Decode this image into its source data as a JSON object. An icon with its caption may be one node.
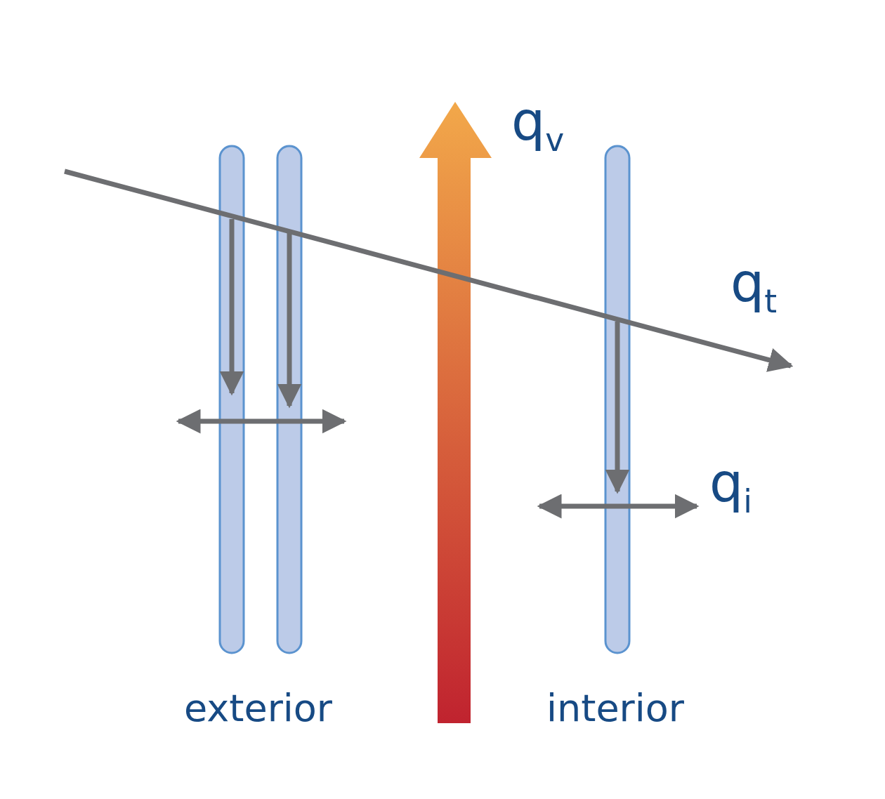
{
  "diagram": {
    "labels": [
      "q$_{v}$",
      "q$_{t}$",
      "q$_{i}$",
      "exterior",
      "interior"
    ]
  }
}
